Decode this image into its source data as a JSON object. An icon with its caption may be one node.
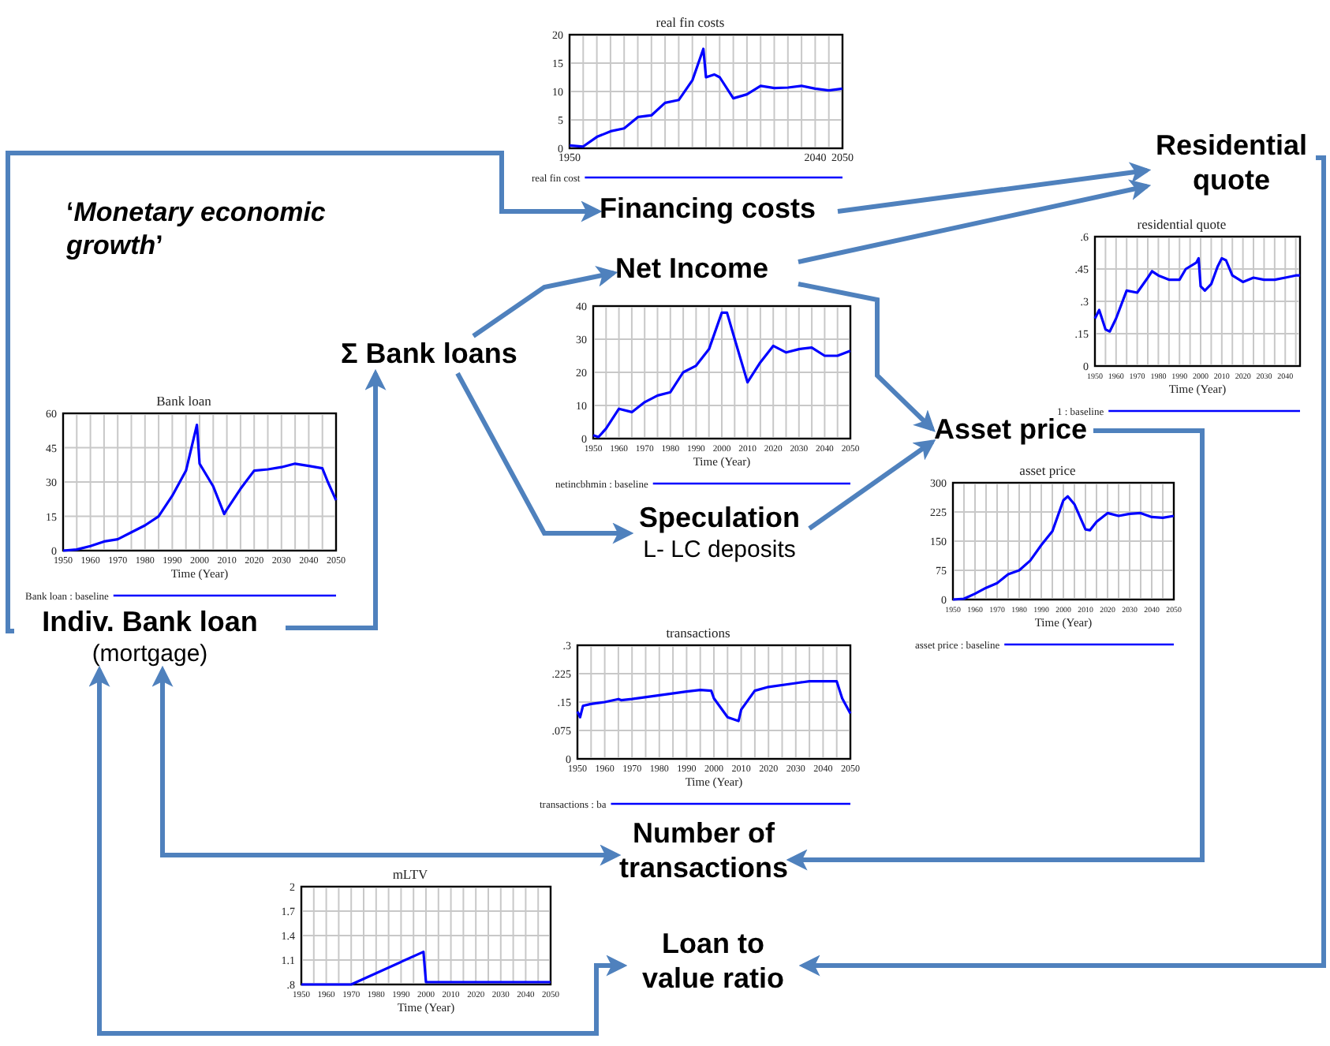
{
  "diagram": {
    "nodes": [
      {
        "text": [
          "Indiv. Bank loan",
          "(mortgage)"
        ]
      },
      {
        "text": [
          "Σ Bank loans"
        ]
      },
      {
        "text": [
          "Financing costs"
        ]
      },
      {
        "text": [
          "Net Income"
        ]
      },
      {
        "text": [
          "Speculation",
          "L- LC deposits"
        ]
      },
      {
        "text": [
          "Residential quote"
        ]
      },
      {
        "text": [
          "Asset price"
        ]
      },
      {
        "text": [
          "Number of transactions"
        ]
      },
      {
        "text": [
          "Loan to value ratio"
        ]
      }
    ],
    "edges": [
      {
        "from": 0,
        "to": 2,
        "arrow": "to",
        "label": "‘*Monetary economic growth*’"
      },
      {
        "from": 0,
        "to": 1,
        "arrow": "to"
      },
      {
        "from": 1,
        "to": 3,
        "arrow": "to"
      },
      {
        "from": 1,
        "to": 4,
        "arrow": "to"
      },
      {
        "from": 2,
        "to": 5,
        "arrow": "to"
      },
      {
        "from": 3,
        "to": 5,
        "arrow": "to"
      },
      {
        "from": 3,
        "to": 6,
        "arrow": "to"
      },
      {
        "from": 4,
        "to": 6,
        "arrow": "to"
      },
      {
        "from": 5,
        "to": 8,
        "arrow": "to"
      },
      {
        "from": 6,
        "to": 7,
        "arrow": "to"
      },
      {
        "from": 7,
        "to": 0,
        "arrow": "both"
      },
      {
        "from": 8,
        "to": 0,
        "arrow": "both"
      }
    ],
    "chart_data": [
      {
        "type": "line",
        "title": "Bank loan",
        "xlabel": "Time (Year)",
        "x": [
          1950,
          1955,
          1960,
          1965,
          1970,
          1975,
          1980,
          1985,
          1990,
          1995,
          1999,
          2000,
          2005,
          2009,
          2010,
          2015,
          2020,
          2025,
          2030,
          2035,
          2040,
          2045,
          2047,
          2050
        ],
        "series": [
          {
            "name": "Bank loan : baseline",
            "color": "#0000ff",
            "values": [
              0,
              0.5,
              2,
              4,
              5,
              8,
              11,
              15,
              24,
              35,
              55,
              38,
              28,
              16,
              18,
              27,
              35,
              35.5,
              36.5,
              38,
              37,
              36,
              30,
              22
            ]
          }
        ],
        "xlim": [
          1950,
          2050
        ],
        "ylim": [
          0,
          60
        ],
        "xticks": [
          1950,
          1960,
          1970,
          1980,
          1990,
          2000,
          2010,
          2020,
          2030,
          2040,
          2050
        ],
        "yticks": [
          0,
          15,
          30,
          45,
          60
        ],
        "grid": true
      },
      {
        "type": "line",
        "title": "real fin costs",
        "x": [
          1950,
          1955,
          1960,
          1965,
          1970,
          1975,
          1980,
          1985,
          1990,
          1995,
          1999,
          2000,
          2003,
          2005,
          2010,
          2015,
          2020,
          2025,
          2030,
          2035,
          2040,
          2045,
          2050
        ],
        "series": [
          {
            "name": "real fin cost",
            "color": "#0000ff",
            "values": [
              0.5,
              0.3,
              2,
              3,
              3.5,
              5.5,
              5.8,
              8,
              8.5,
              12,
              17.5,
              12.5,
              13,
              12.5,
              8.8,
              9.5,
              11,
              10.6,
              10.7,
              11,
              10.5,
              10.2,
              10.5
            ]
          }
        ],
        "xlim": [
          1950,
          2050
        ],
        "ylim": [
          0,
          20
        ],
        "xticks": [
          1950,
          2040,
          2050
        ],
        "yticks": [
          0,
          5,
          10,
          15,
          20
        ],
        "grid": true
      },
      {
        "type": "line",
        "xlabel": "Time (Year)",
        "x": [
          1950,
          1952,
          1955,
          1960,
          1965,
          1970,
          1975,
          1980,
          1985,
          1990,
          1995,
          2000,
          2002,
          2005,
          2010,
          2015,
          2020,
          2025,
          2030,
          2035,
          2040,
          2045,
          2050
        ],
        "series": [
          {
            "name": "netincbhmin : baseline",
            "color": "#0000ff",
            "values": [
              1,
              0.5,
              3,
              9,
              8,
              11,
              13,
              14,
              20,
              22,
              27,
              38,
              38,
              30,
              17,
              23,
              28,
              26,
              27,
              27.5,
              25,
              25,
              26.5
            ]
          }
        ],
        "xlim": [
          1950,
          2050
        ],
        "ylim": [
          0,
          40
        ],
        "xticks": [
          1950,
          1960,
          1970,
          1980,
          1990,
          2000,
          2010,
          2020,
          2030,
          2040,
          2050
        ],
        "yticks": [
          0,
          10,
          20,
          30,
          40
        ],
        "grid": true
      },
      {
        "type": "line",
        "title": "residential quote",
        "xlabel": "Time (Year)",
        "x": [
          1950,
          1952,
          1955,
          1957,
          1960,
          1965,
          1970,
          1975,
          1977,
          1980,
          1985,
          1990,
          1993,
          1998,
          1999,
          2000,
          2002,
          2005,
          2008,
          2010,
          2012,
          2015,
          2020,
          2025,
          2030,
          2035,
          2040,
          2045,
          2047
        ],
        "series": [
          {
            "name": "1 : baseline",
            "color": "#0000ff",
            "values": [
              0.22,
              0.26,
              0.17,
              0.16,
              0.22,
              0.35,
              0.34,
              0.41,
              0.44,
              0.42,
              0.4,
              0.4,
              0.45,
              0.48,
              0.5,
              0.37,
              0.35,
              0.38,
              0.46,
              0.5,
              0.49,
              0.42,
              0.39,
              0.41,
              0.4,
              0.4,
              0.41,
              0.42,
              0.42
            ]
          }
        ],
        "xlim": [
          1950,
          2047
        ],
        "ylim": [
          0,
          0.6
        ],
        "xticks": [
          1950,
          1960,
          1970,
          1980,
          1990,
          2000,
          2010,
          2020,
          2030,
          2040
        ],
        "yticks": [
          0,
          {
            "value": 0.15,
            "label": ".15"
          },
          {
            "value": 0.3,
            "label": ".3"
          },
          {
            "value": 0.45,
            "label": ".45"
          },
          {
            "value": 0.6,
            "label": ".6"
          }
        ],
        "grid": true
      },
      {
        "type": "line",
        "title": "asset price",
        "xlabel": "Time (Year)",
        "x": [
          1950,
          1955,
          1960,
          1965,
          1970,
          1975,
          1980,
          1985,
          1990,
          1995,
          2000,
          2002,
          2005,
          2010,
          2012,
          2015,
          2020,
          2025,
          2030,
          2035,
          2040,
          2045,
          2050
        ],
        "series": [
          {
            "name": "asset price : baseline",
            "color": "#0000ff",
            "values": [
              0,
              2,
              15,
              30,
              42,
              65,
              75,
              100,
              140,
              175,
              255,
              265,
              245,
              180,
              178,
              200,
              222,
              215,
              220,
              222,
              212,
              210,
              215
            ]
          }
        ],
        "xlim": [
          1950,
          2050
        ],
        "ylim": [
          0,
          300
        ],
        "xticks": [
          1950,
          1960,
          1970,
          1980,
          1990,
          2000,
          2010,
          2020,
          2030,
          2040,
          2050
        ],
        "yticks": [
          0,
          75,
          150,
          225,
          300
        ],
        "grid": true
      },
      {
        "type": "line",
        "title": "transactions",
        "xlabel": "Time (Year)",
        "x": [
          1950,
          1951,
          1952,
          1955,
          1960,
          1965,
          1966,
          1970,
          1980,
          1990,
          1995,
          1999,
          2000,
          2005,
          2009,
          2010,
          2015,
          2020,
          2030,
          2035,
          2045,
          2047,
          2050
        ],
        "series": [
          {
            "name": "transactions : ba",
            "color": "#0000ff",
            "values": [
              0.125,
              0.11,
              0.14,
              0.145,
              0.15,
              0.158,
              0.155,
              0.158,
              0.168,
              0.178,
              0.182,
              0.18,
              0.16,
              0.11,
              0.1,
              0.13,
              0.18,
              0.19,
              0.2,
              0.205,
              0.205,
              0.16,
              0.12
            ]
          }
        ],
        "xlim": [
          1950,
          2050
        ],
        "ylim": [
          0,
          0.3
        ],
        "xticks": [
          1950,
          1960,
          1970,
          1980,
          1990,
          2000,
          2010,
          2020,
          2030,
          2040,
          2050
        ],
        "yticks": [
          0,
          {
            "value": 0.075,
            "label": ".075"
          },
          {
            "value": 0.15,
            "label": ".15"
          },
          {
            "value": 0.225,
            "label": ".225"
          },
          {
            "value": 0.3,
            "label": ".3"
          }
        ],
        "grid": true
      },
      {
        "type": "line",
        "title": "mLTV",
        "xlabel": "Time (Year)",
        "x": [
          1950,
          1970,
          1999,
          2000,
          2050
        ],
        "series": [
          {
            "color": "#0000ff",
            "values": [
              0.8,
              0.8,
              1.2,
              0.83,
              0.83
            ]
          }
        ],
        "xlim": [
          1950,
          2050
        ],
        "ylim": [
          0.8,
          2
        ],
        "xticks": [
          1950,
          1960,
          1970,
          1980,
          1990,
          2000,
          2010,
          2020,
          2030,
          2040,
          2050
        ],
        "yticks": [
          {
            "value": 0.8,
            "label": ".8"
          },
          1.1,
          1.4,
          1.7,
          2
        ],
        "grid": true
      }
    ]
  }
}
